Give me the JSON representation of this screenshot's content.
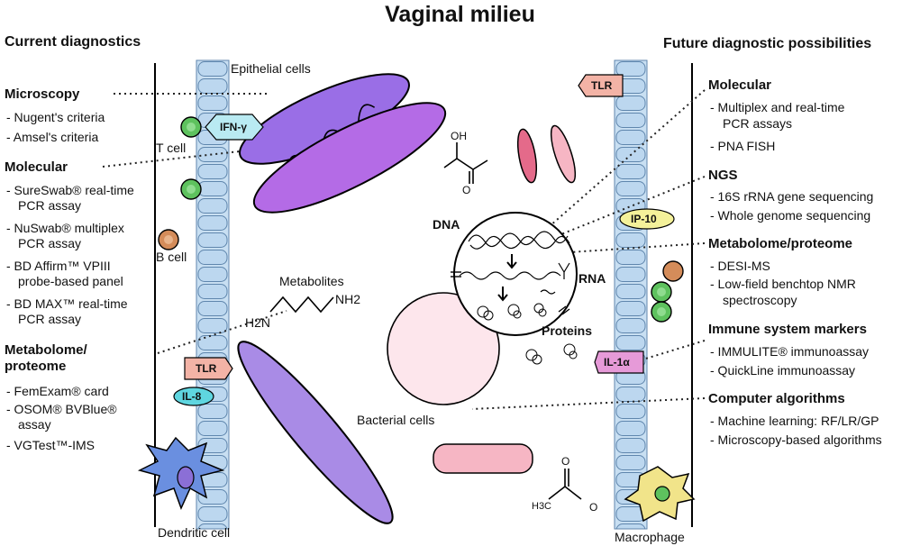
{
  "title": "Vaginal milieu",
  "left": {
    "heading": "Current diagnostics",
    "sections": [
      {
        "title": "Microscopy",
        "items": [
          "- Nugent's criteria",
          "- Amsel's criteria"
        ]
      },
      {
        "title": "Molecular",
        "items": [
          "- SureSwab® real-time",
          "PCR assay",
          "- NuSwab® multiplex",
          "PCR assay",
          "- BD Affirm™ VPIII",
          "probe-based panel",
          "- BD MAX™ real-time",
          "PCR assay"
        ]
      },
      {
        "title": "Metabolome/",
        "title2": "proteome",
        "items": [
          "- FemExam® card",
          "- OSOM® BVBlue®",
          "assay",
          "- VGTest™-IMS"
        ]
      }
    ]
  },
  "right": {
    "heading": "Future diagnostic possibilities",
    "sections": [
      {
        "title": "Molecular",
        "items": [
          "- Multiplex and real-time",
          "PCR assays",
          "- PNA FISH"
        ]
      },
      {
        "title": "NGS",
        "items": [
          "- 16S rRNA gene sequencing",
          "- Whole genome sequencing"
        ]
      },
      {
        "title": "Metabolome/proteome",
        "items": [
          "- DESI-MS",
          "- Low-field benchtop NMR",
          "spectroscopy"
        ]
      },
      {
        "title": "Immune system markers",
        "items": [
          "- IMMULITE® immunoassay",
          "- QuickLine immunoassay"
        ]
      },
      {
        "title": "Computer algorithms",
        "items": [
          "- Machine learning: RF/LR/GP",
          "- Microscopy-based algorithms"
        ]
      }
    ]
  },
  "labels": {
    "epithelial": "Epithelial cells",
    "tcell": "T cell",
    "bcell": "B cell",
    "metabolites": "Metabolites",
    "dendritic": "Dendritic cell",
    "bacterial": "Bacterial cells",
    "macrophage": "Macrophage",
    "dna": "DNA",
    "rna": "RNA",
    "proteins": "Proteins",
    "nh2": "NH2",
    "h2n": "H2N",
    "oh": "OH",
    "o1": "O",
    "o2": "O",
    "h3c": "H3C"
  },
  "badges": {
    "ifn": "IFN-γ",
    "tlr_left": "TLR",
    "il8": "IL-8",
    "tlr_right": "TLR",
    "ip10": "IP-10",
    "il1a": "IL-1α"
  },
  "colors": {
    "epithelium": "#c8dff2",
    "epithelium_edge": "#5f86ad",
    "purple": "#9a6ee6",
    "magenta": "#b46be6",
    "lavender": "#a98be6",
    "pink": "#f6b6c4",
    "rose": "#e46a8a",
    "green": "#5ec25e",
    "orange": "#d48c5a",
    "dendritic": "#6a8fe0",
    "macrophage": "#f1e48a",
    "ifn_badge": "#b9eaf2",
    "tlr_badge": "#f3b3a6",
    "il8_badge": "#5fd6e0",
    "ip10_badge": "#f4f19a",
    "il1a_badge": "#e69ad8"
  }
}
